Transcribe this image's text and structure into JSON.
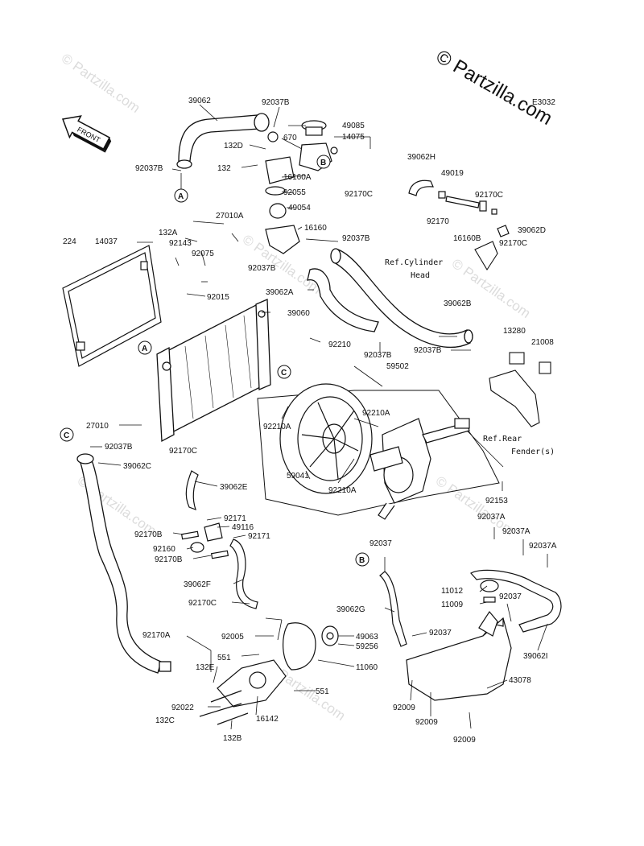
{
  "diagram": {
    "brand_watermark": "© Partzilla.com",
    "diagram_code": "E3032",
    "front_label": "FRONT",
    "callouts": [
      "A",
      "B",
      "C"
    ],
    "refs": {
      "cylinder_head_1": "Ref.Cylinder",
      "cylinder_head_2": "Head",
      "rear_fender_1": "Ref.Rear",
      "rear_fender_2": "Fender(s)"
    },
    "parts": [
      "39062",
      "92037B",
      "132D",
      "670",
      "49085",
      "14075",
      "132",
      "16160A",
      "92037B",
      "92055",
      "49054",
      "27010A",
      "16160",
      "92037B",
      "39062H",
      "49019",
      "92170C",
      "92170",
      "92170C",
      "16160B",
      "39062D",
      "92170C",
      "224",
      "14037",
      "132A",
      "92143",
      "92075",
      "92037B",
      "92015",
      "39062A",
      "39060",
      "92210",
      "92037B",
      "39062B",
      "92037B",
      "13280",
      "21008",
      "59502",
      "92210A",
      "92210A",
      "59041",
      "92210A",
      "27010",
      "92037B",
      "39062C",
      "92170C",
      "39062E",
      "92171",
      "49116",
      "92171",
      "92170B",
      "92160",
      "92170B",
      "39062F",
      "92170C",
      "92170A",
      "92005",
      "551",
      "49063",
      "59256",
      "11060",
      "551",
      "132E",
      "92022",
      "132C",
      "16142",
      "132B",
      "92037",
      "39062G",
      "92037",
      "92037A",
      "92037A",
      "92037A",
      "11012",
      "11009",
      "92037",
      "39062I",
      "43078",
      "92009",
      "92009",
      "92009",
      "92153"
    ]
  }
}
